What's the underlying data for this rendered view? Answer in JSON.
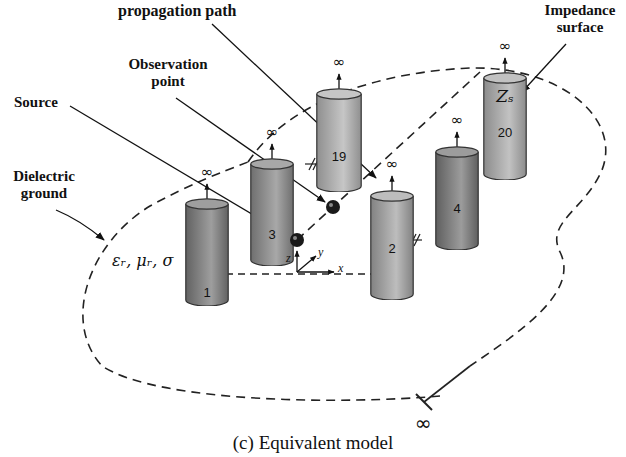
{
  "diagram": {
    "caption": "(c) Equivalent model",
    "nodes": [
      {
        "text": [
          "19"
        ]
      },
      {
        "text": [
          "20",
          "Zₛ"
        ]
      },
      {
        "text": [
          "3"
        ]
      },
      {
        "text": [
          "4"
        ]
      },
      {
        "text": [
          "1"
        ]
      },
      {
        "text": [
          "2"
        ]
      }
    ],
    "labels": [
      "propagation path",
      "Impedance surface",
      "Source",
      "Observation point",
      "∞",
      "∞",
      "∞",
      "∞",
      "∞",
      "∞",
      "Dielectric ground",
      "z",
      "y",
      "x",
      "εᵣ, μᵣ, σ",
      "∞"
    ]
  }
}
